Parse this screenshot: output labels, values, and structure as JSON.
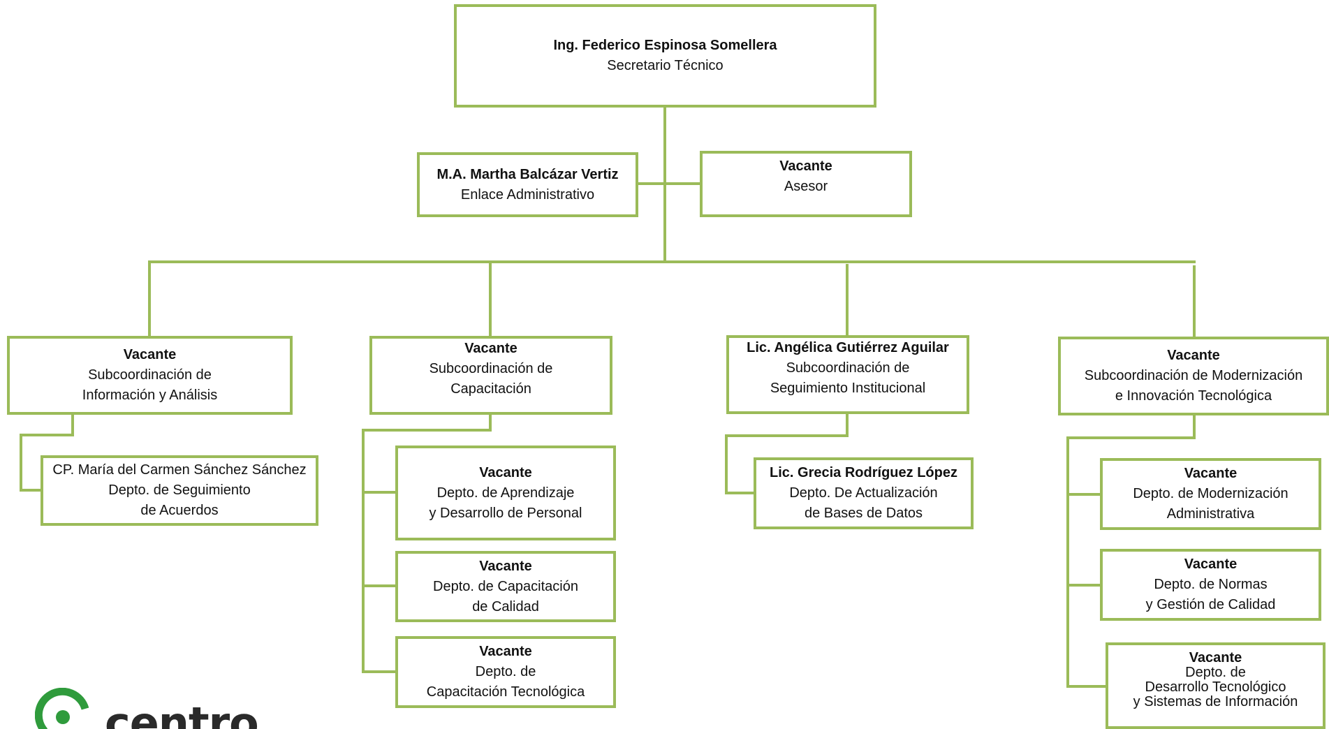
{
  "colors": {
    "border": "#9bbb59",
    "logo_green": "#2f9b3c"
  },
  "top": {
    "name": "Ing. Federico Espinosa Somellera",
    "title": "Secretario Técnico"
  },
  "enlace": {
    "name": "M.A. Martha Balcázar Vertiz",
    "title": "Enlace Administrativo"
  },
  "asesor": {
    "name": "Vacante",
    "title": "Asesor"
  },
  "sub1": {
    "name": "Vacante",
    "line1": "Subcoordinación  de",
    "line2": "Información y Análisis"
  },
  "sub1_dept": {
    "name": "CP. María del Carmen Sánchez Sánchez",
    "line1": "Depto. de Seguimiento",
    "line2": "de Acuerdos"
  },
  "sub2": {
    "name": "Vacante",
    "line1": "Subcoordinación de",
    "line2": "Capacitación"
  },
  "sub2_dept1": {
    "name": "Vacante",
    "line1": "Depto. de Aprendizaje",
    "line2": "y Desarrollo de Personal"
  },
  "sub2_dept2": {
    "name": "Vacante",
    "line1": "Depto. de Capacitación",
    "line2": "de Calidad"
  },
  "sub2_dept3": {
    "name": "Vacante",
    "line1": "Depto. de",
    "line2": "Capacitación Tecnológica"
  },
  "sub3": {
    "name": "Lic. Angélica Gutiérrez Aguilar",
    "line1": "Subcoordinación de",
    "line2": "Seguimiento Institucional"
  },
  "sub3_dept": {
    "name": "Lic. Grecia Rodríguez López",
    "line1": "Depto. De  Actualización",
    "line2": "de Bases de Datos"
  },
  "sub4": {
    "name": "Vacante",
    "line1": "Subcoordinación de Modernización",
    "line2": "e Innovación Tecnológica"
  },
  "sub4_dept1": {
    "name": "Vacante",
    "line1": "Depto. de Modernización",
    "line2": "Administrativa"
  },
  "sub4_dept2": {
    "name": "Vacante",
    "line1": "Depto. de Normas",
    "line2": "y Gestión de Calidad"
  },
  "sub4_dept3": {
    "name": "Vacante",
    "line1": "Depto. de",
    "line2": "Desarrollo Tecnológico",
    "line3": "y Sistemas de Información"
  },
  "logo": {
    "text": "centro"
  }
}
